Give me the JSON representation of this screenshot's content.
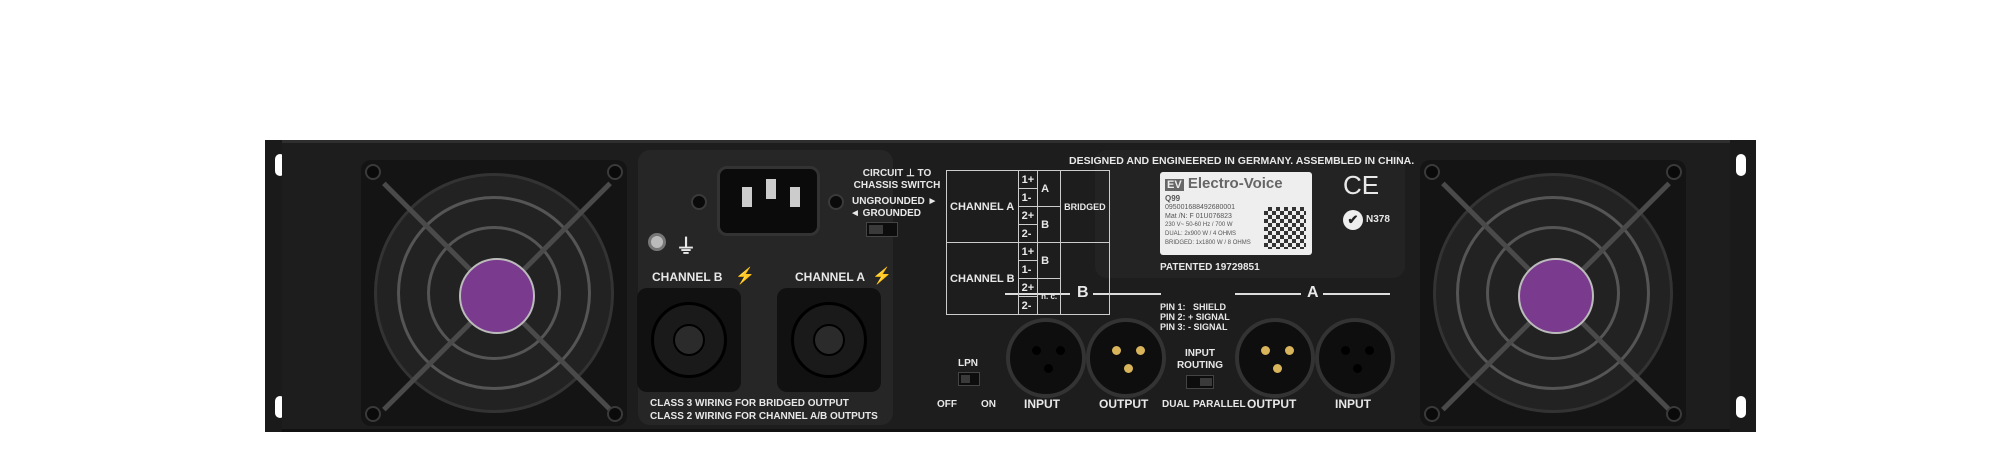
{
  "product": {
    "brand": "Electro-Voice",
    "brand_mark": "EV",
    "model": "Q99"
  },
  "power_section": {
    "ground_switch_label": "CIRCUIT ⊥ TO CHASSIS SWITCH",
    "ungrounded": "UNGROUNDED ►",
    "grounded": "◄ GROUNDED"
  },
  "speaker_outputs": {
    "channel_b": "CHANNEL B",
    "channel_a": "CHANNEL A",
    "note_1": "CLASS 3 WIRING FOR BRIDGED OUTPUT",
    "note_2": "CLASS 2 WIRING FOR CHANNEL A/B OUTPUTS"
  },
  "wiring_table": {
    "rows": [
      {
        "channel": "CHANNEL A",
        "pins": [
          "1+",
          "1-",
          "2+",
          "2-"
        ],
        "icons": [
          "A",
          "B"
        ]
      },
      {
        "channel": "CHANNEL B",
        "pins": [
          "1+",
          "1-",
          "2+",
          "2-"
        ],
        "icons": [
          "B",
          "n. c."
        ]
      }
    ],
    "bridged": "BRIDGED"
  },
  "origin_text": "DESIGNED AND ENGINEERED IN GERMANY. ASSEMBLED IN CHINA.",
  "rating_label": {
    "serial": "095001688492680001",
    "mat_no": "Mat /N: F 01U076823",
    "power": "230 V~ 50-60 Hz / 700 W",
    "dual": "DUAL: 2x900 W / 4 OHMS",
    "bridged": "BRIDGED: 1x1800 W / 8 OHMS"
  },
  "patent": "PATENTED 19729851",
  "certifications": {
    "ce": "CE",
    "ctick": "N378"
  },
  "inputs": {
    "b_header": "B",
    "a_header": "A",
    "input": "INPUT",
    "output": "OUTPUT",
    "pins": [
      "PIN 1:   SHIELD",
      "PIN 2: + SIGNAL",
      "PIN 3: - SIGNAL"
    ],
    "lpn": "LPN",
    "off": "OFF",
    "on": "ON",
    "routing": "INPUT ROUTING",
    "dual": "DUAL",
    "parallel": "PARALLEL"
  },
  "colors": {
    "chassis": "#1d1d1d",
    "fan_hub": "#7a3a8e",
    "pin_gold": "#d8b45a"
  }
}
